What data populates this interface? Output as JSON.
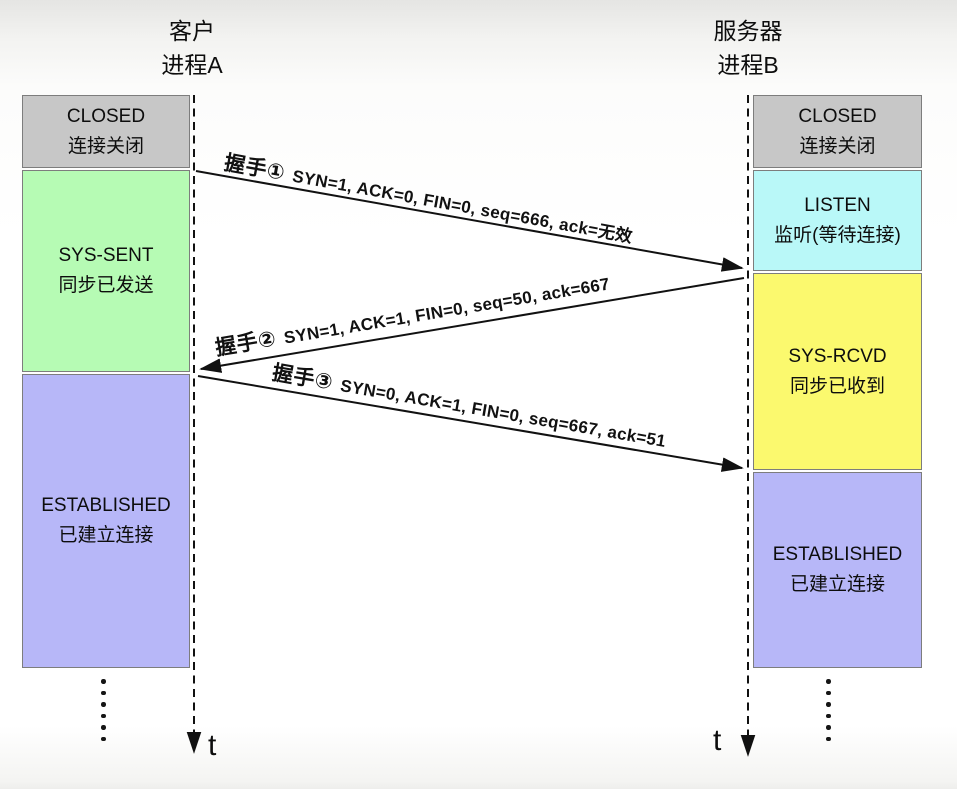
{
  "headers": {
    "client": {
      "line1": "客户",
      "line2": "进程A"
    },
    "server": {
      "line1": "服务器",
      "line2": "进程B"
    }
  },
  "client_states": [
    {
      "name": "CLOSED",
      "desc": "连接关闭",
      "color": "#c7c7c7"
    },
    {
      "name": "SYS-SENT",
      "desc": "同步已发送",
      "color": "#b6fbb4"
    },
    {
      "name": "ESTABLISHED",
      "desc": "已建立连接",
      "color": "#b7b7f8"
    }
  ],
  "server_states": [
    {
      "name": "CLOSED",
      "desc": "连接关闭",
      "color": "#c7c7c7"
    },
    {
      "name": "LISTEN",
      "desc": "监听(等待连接)",
      "color": "#b9f8f8"
    },
    {
      "name": "SYS-RCVD",
      "desc": "同步已收到",
      "color": "#fbf96e"
    },
    {
      "name": "ESTABLISHED",
      "desc": "已建立连接",
      "color": "#b7b7f8"
    }
  ],
  "messages": [
    {
      "step": "握手①",
      "params": "SYN=1, ACK=0, FIN=0, seq=666, ack=无效"
    },
    {
      "step": "握手②",
      "params": "SYN=1, ACK=1, FIN=0, seq=50, ack=667"
    },
    {
      "step": "握手③",
      "params": "SYN=0, ACK=1, FIN=0, seq=667, ack=51"
    }
  ],
  "timeline": {
    "client_axis_label": "t",
    "server_axis_label": "t"
  },
  "colors": {
    "line": "#111111",
    "box_border": "#7d7d7d"
  }
}
